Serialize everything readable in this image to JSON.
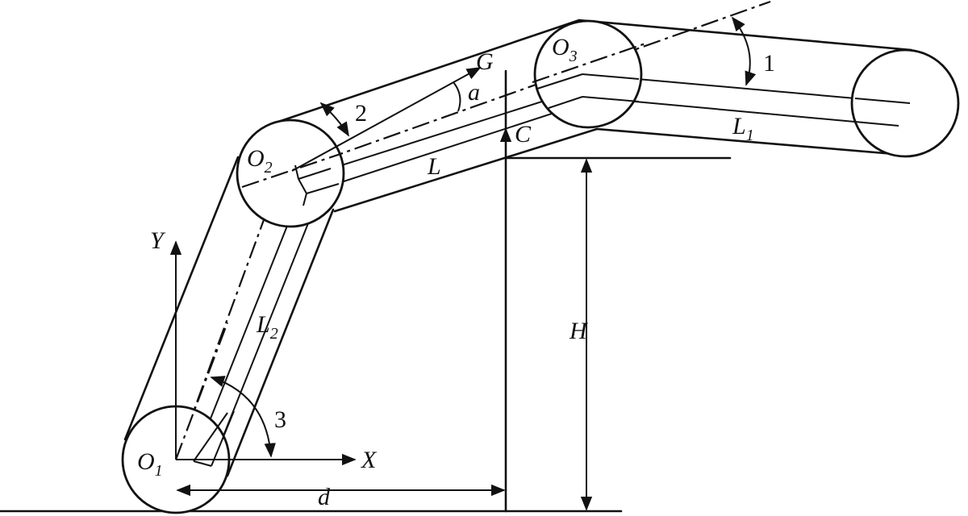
{
  "diagram": {
    "labels": {
      "o1": "O",
      "o1_sub": "1",
      "o2": "O",
      "o2_sub": "2",
      "o3": "O",
      "o3_sub": "3",
      "x_axis": "X",
      "y_axis": "Y",
      "g": "G",
      "a": "a",
      "c": "C",
      "l": "L",
      "l1": "L",
      "l1_sub": "1",
      "l2": "L",
      "l2_sub": "2",
      "h": "H",
      "d": "d",
      "angle1": "1",
      "angle2": "2",
      "angle3": "3"
    }
  }
}
